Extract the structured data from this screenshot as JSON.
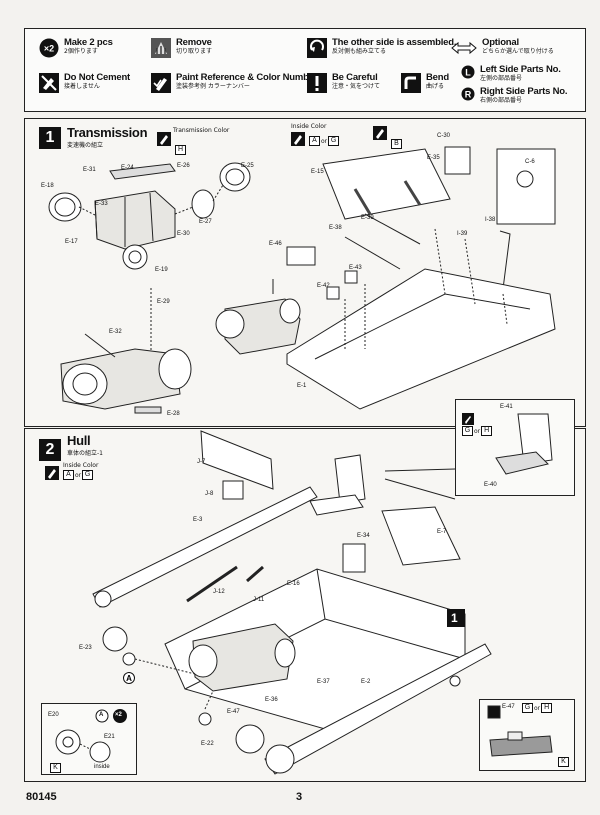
{
  "legend": {
    "items": [
      {
        "icon": "make-2-icon",
        "en": "Make 2 pcs",
        "jp": "2個作ります"
      },
      {
        "icon": "remove-icon",
        "en": "Remove",
        "jp": "切り取ります"
      },
      {
        "icon": "other-side-icon",
        "en": "The other side is assembled.",
        "jp": "反対側も組み立てる"
      },
      {
        "icon": "optional-arrow-icon",
        "en": "Optional",
        "jp": "どちらか選んで取り付ける"
      },
      {
        "icon": "do-not-cement-icon",
        "en": "Do Not Cement",
        "jp": "接着しません"
      },
      {
        "icon": "paint-reference-icon",
        "en": "Paint Reference & Color Number",
        "jp": "塗装参考例 カラーナンバー"
      },
      {
        "icon": "be-careful-icon",
        "en": "Be Careful",
        "jp": "注意・気をつけて"
      },
      {
        "icon": "bend-icon",
        "en": "Bend",
        "jp": "曲げる"
      },
      {
        "icon": "left-side-icon",
        "letter": "L",
        "en": "Left Side Parts No.",
        "jp": "左側の部品番号"
      },
      {
        "icon": "right-side-icon",
        "letter": "R",
        "en": "Right Side Parts No.",
        "jp": "右側の部品番号"
      }
    ]
  },
  "step1": {
    "number": "1",
    "title": "Transmission",
    "subtitle": "変速機の組立",
    "transmission_color_label": "Transmission Color",
    "transmission_color_code": "H",
    "inside_color_label": "Inside Color",
    "inside_codes": [
      "A",
      "G"
    ],
    "or_word": "or",
    "inside_code_b": "B",
    "parts": [
      "E-31",
      "E-24",
      "E-26",
      "E-25",
      "E-18",
      "E-33",
      "E-30",
      "E-17",
      "E-27",
      "E-19",
      "E-29",
      "E-32",
      "E-28",
      "E-15",
      "E-35",
      "C-30",
      "C-6",
      "E-38",
      "E-39",
      "I-38",
      "I-39",
      "E-46",
      "E-43",
      "E-42",
      "E-1"
    ]
  },
  "step2": {
    "number": "2",
    "title": "Hull",
    "subtitle": "車体の組立-1",
    "inside_color_label": "Inside Color",
    "inside_codes": [
      "A",
      "G"
    ],
    "or_word": "or",
    "ref_step": "1",
    "detail_top": {
      "parts": [
        "E-41",
        "E-40"
      ],
      "codes": [
        "G",
        "H"
      ]
    },
    "detail_bottom_left": {
      "parts": [
        "E20",
        "E21"
      ],
      "marker": "A",
      "qty": "×2",
      "code": "K",
      "note": "inside"
    },
    "detail_bottom_right": {
      "part": "E-47",
      "codes": [
        "G",
        "H"
      ],
      "code_k": "K"
    },
    "marker_a": "A",
    "parts": [
      "J-7",
      "J-8",
      "E-3",
      "E-34",
      "E-7",
      "J-12",
      "J-11",
      "E-16",
      "E-23",
      "E-36",
      "E-37",
      "E-2",
      "E-47",
      "E-22"
    ]
  },
  "footer": {
    "code": "80145",
    "page": "3"
  }
}
